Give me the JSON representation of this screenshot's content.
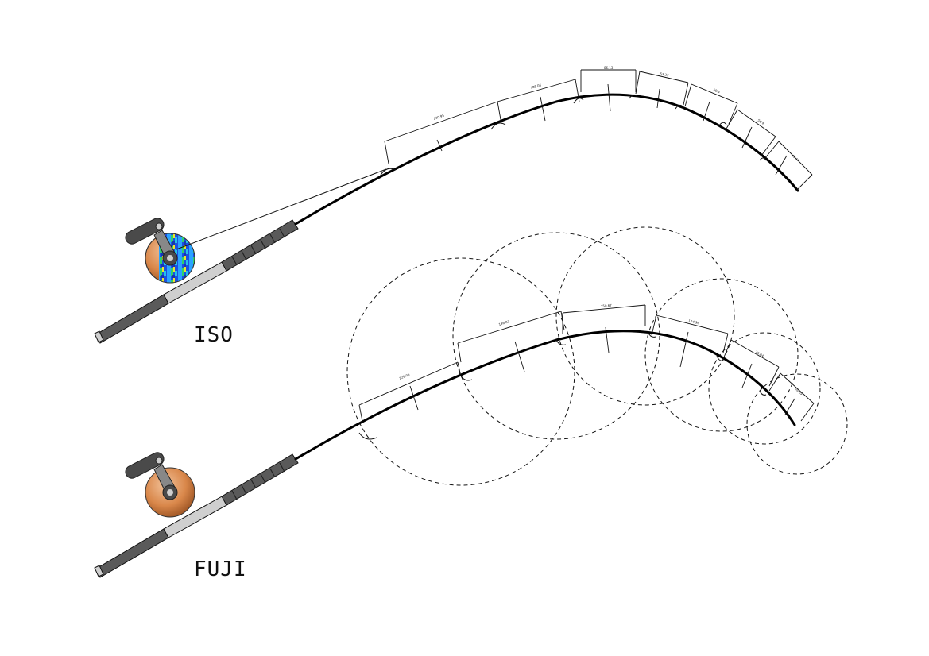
{
  "labels": {
    "iso": "ISO",
    "fuji": "FUJI"
  },
  "colors": {
    "grip_dark": "#5a5a5a",
    "grip_light": "#cfcfcf",
    "reel_orange": "#d9874a",
    "reel_arm": "#4a4a4a",
    "line": "#000000"
  },
  "iso_dimensions": [
    "230.95",
    "188.06",
    "86.13",
    "63.37",
    "58.4",
    "58.4",
    "45.17"
  ],
  "fuji_dimensions": [
    "229.06",
    "196.83",
    "150.67",
    "104.96",
    "78.04",
    "56.09"
  ]
}
